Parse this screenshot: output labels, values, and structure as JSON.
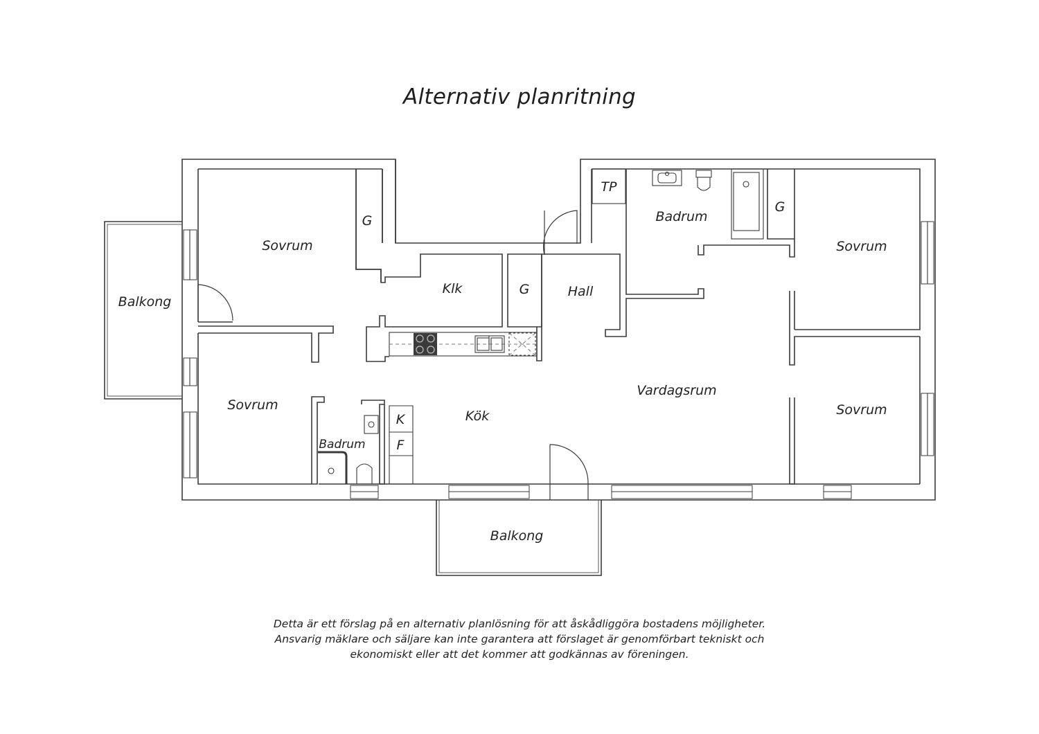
{
  "title": "Alternativ planritning",
  "rooms": {
    "balkong_left": "Balkong",
    "sovrum_top_left": "Sovrum",
    "g_top_left": "G",
    "klk": "Klk",
    "g_middle": "G",
    "hall": "Hall",
    "tp": "TP",
    "badrum_top": "Badrum",
    "g_top_right": "G",
    "sovrum_top_right": "Sovrum",
    "sovrum_bottom_left": "Sovrum",
    "badrum_bottom": "Badrum",
    "k": "K",
    "f": "F",
    "kok": "Kök",
    "vardagsrum": "Vardagsrum",
    "sovrum_bottom_right": "Sovrum",
    "balkong_bottom": "Balkong"
  },
  "disclaimer": {
    "line1": "Detta är ett förslag på en alternativ planlösning för att åskådliggöra bostadens möjligheter.",
    "line2": "Ansvarig mäklare och säljare kan inte garantera att förslaget är genomförbart tekniskt och",
    "line3": "ekonomiskt eller att det kommer att godkännas av föreningen."
  }
}
